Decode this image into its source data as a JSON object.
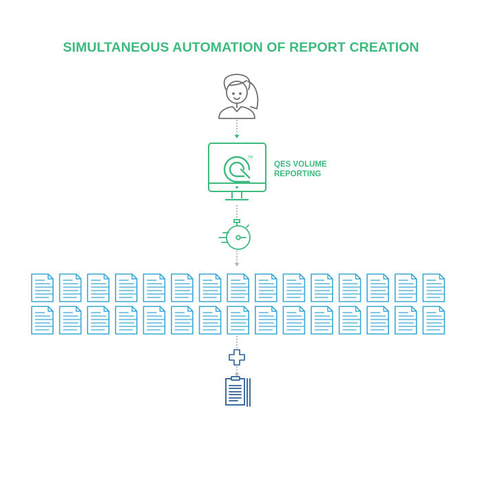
{
  "title": "SIMULTANEOUS AUTOMATION OF REPORT CREATION",
  "product": {
    "label_line1": "QES VOLUME",
    "label_line2": "REPORTING",
    "trademark": "TM"
  },
  "reports": {
    "rows": 2,
    "columns": 15
  },
  "colors": {
    "green": "#3dba7e",
    "blue": "#3aa8d4",
    "navy": "#2c5e95",
    "gray": "#6e6e6e"
  },
  "icons": {
    "user": "woman-avatar-icon",
    "monitor": "monitor-icon",
    "logo": "qes-logo-icon",
    "timer": "stopwatch-icon",
    "report": "document-icon",
    "plus": "plus-icon",
    "combined": "combined-report-icon"
  }
}
